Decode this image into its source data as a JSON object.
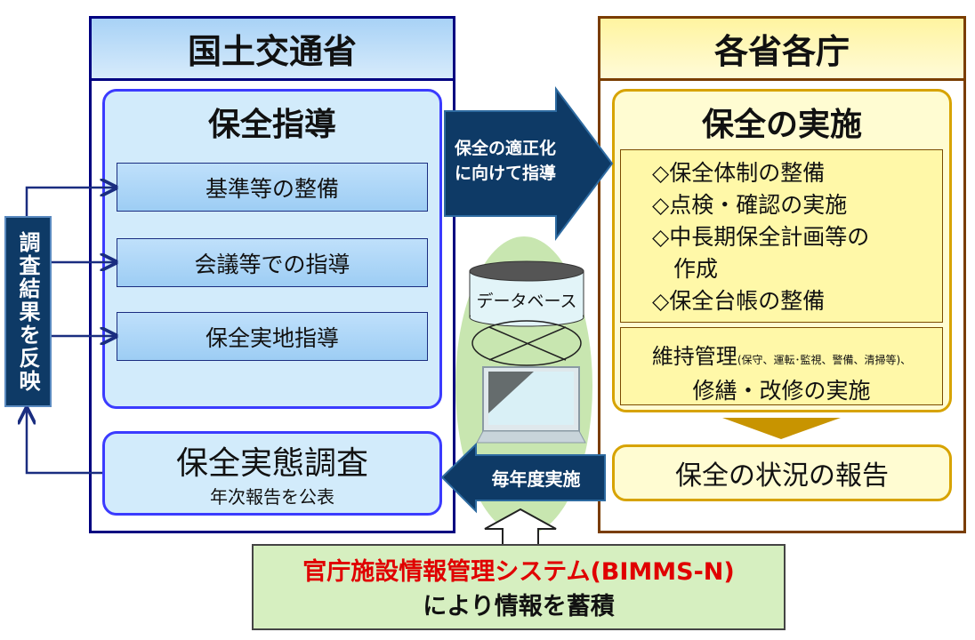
{
  "left_panel": {
    "title": "国土交通省",
    "guidance": {
      "title": "保全指導",
      "items": [
        "基準等の整備",
        "会議等での指導",
        "保全実地指導"
      ]
    },
    "survey": {
      "title": "保全実態調査",
      "subtitle": "年次報告を公表"
    },
    "feedback_label": "調査結果を反映"
  },
  "right_panel": {
    "title": "各省各庁",
    "implementation": {
      "title": "保全の実施",
      "items": [
        "◇保全体制の整備",
        "◇点検・確認の実施",
        "◇中長期保全計画等の",
        "作成",
        "◇保全台帳の整備"
      ],
      "maintenance_main": "維持管理",
      "maintenance_detail": "(保守、運転･監視、警備、清掃等)、",
      "maintenance_line2": "修繕・改修の実施"
    },
    "report": "保全の状況の報告"
  },
  "guidance_arrow": {
    "line1": "保全の適正化",
    "line2": "に向けて指導"
  },
  "database_label": "データベース",
  "annual_arrow": "毎年度実施",
  "system": {
    "name": "官庁施設情報管理システム(BIMMS-N)",
    "line2": "により情報を蓄積"
  },
  "colors": {
    "navy": "#0e3a66",
    "red": "#e00000",
    "green": "#c8e6b0"
  }
}
